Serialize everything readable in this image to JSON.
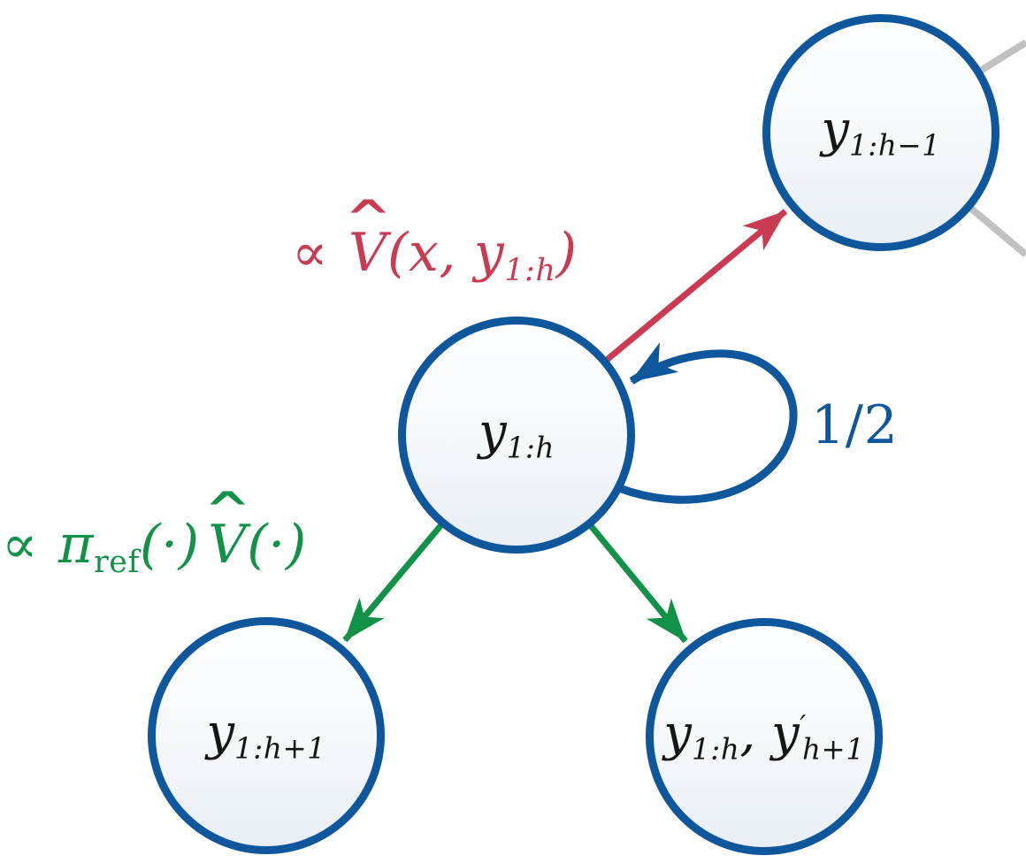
{
  "figure": {
    "title": "tree-search resampling diagram",
    "colors": {
      "blue": "#0F579C",
      "red": "#C93B52",
      "green": "#129149",
      "gray": "#C1C1C1",
      "ink": "#161616"
    },
    "nodes": {
      "top_right": {
        "base": "y",
        "sub": "1:h−1"
      },
      "center": {
        "base": "y",
        "sub": "1:h"
      },
      "bottom_left": {
        "base": "y",
        "sub": "1:h+1"
      },
      "bottom_right": {
        "base": "y",
        "sub1": "1:h",
        "sep": ", ",
        "base2": "y",
        "prime": "′",
        "sub2": "h+1"
      }
    },
    "edge_labels": {
      "red": {
        "prop": "∝",
        "hat": "ˆ",
        "V": "V",
        "args": "(x, y",
        "sub": "1:h",
        "close": ")"
      },
      "loop": {
        "text": "1/2"
      },
      "green": {
        "prop": "∝",
        "pi": "π",
        "sub": "ref",
        "arg1": "(·)",
        "hat": "ˆ",
        "V": "V",
        "arg2": "(·)"
      }
    },
    "edges": [
      {
        "name": "edge-backtrack",
        "from": "center",
        "to": "top_right",
        "color": "#C93B52",
        "label": "∝ V̂(x, y1:h)"
      },
      {
        "name": "edge-self-loop",
        "from": "center",
        "to": "center",
        "color": "#0F579C",
        "label": "1/2"
      },
      {
        "name": "edge-child-left",
        "from": "center",
        "to": "bottom_left",
        "color": "#129149",
        "label": "∝ πref(·) V̂(·)"
      },
      {
        "name": "edge-child-right",
        "from": "center",
        "to": "bottom_right",
        "color": "#129149",
        "label": "∝ πref(·) V̂(·)"
      },
      {
        "name": "context-edge-upper",
        "from": "top_right",
        "to": "offscreen",
        "color": "#C1C1C1",
        "label": ""
      },
      {
        "name": "context-edge-lower",
        "from": "top_right",
        "to": "offscreen",
        "color": "#C1C1C1",
        "label": ""
      }
    ]
  }
}
